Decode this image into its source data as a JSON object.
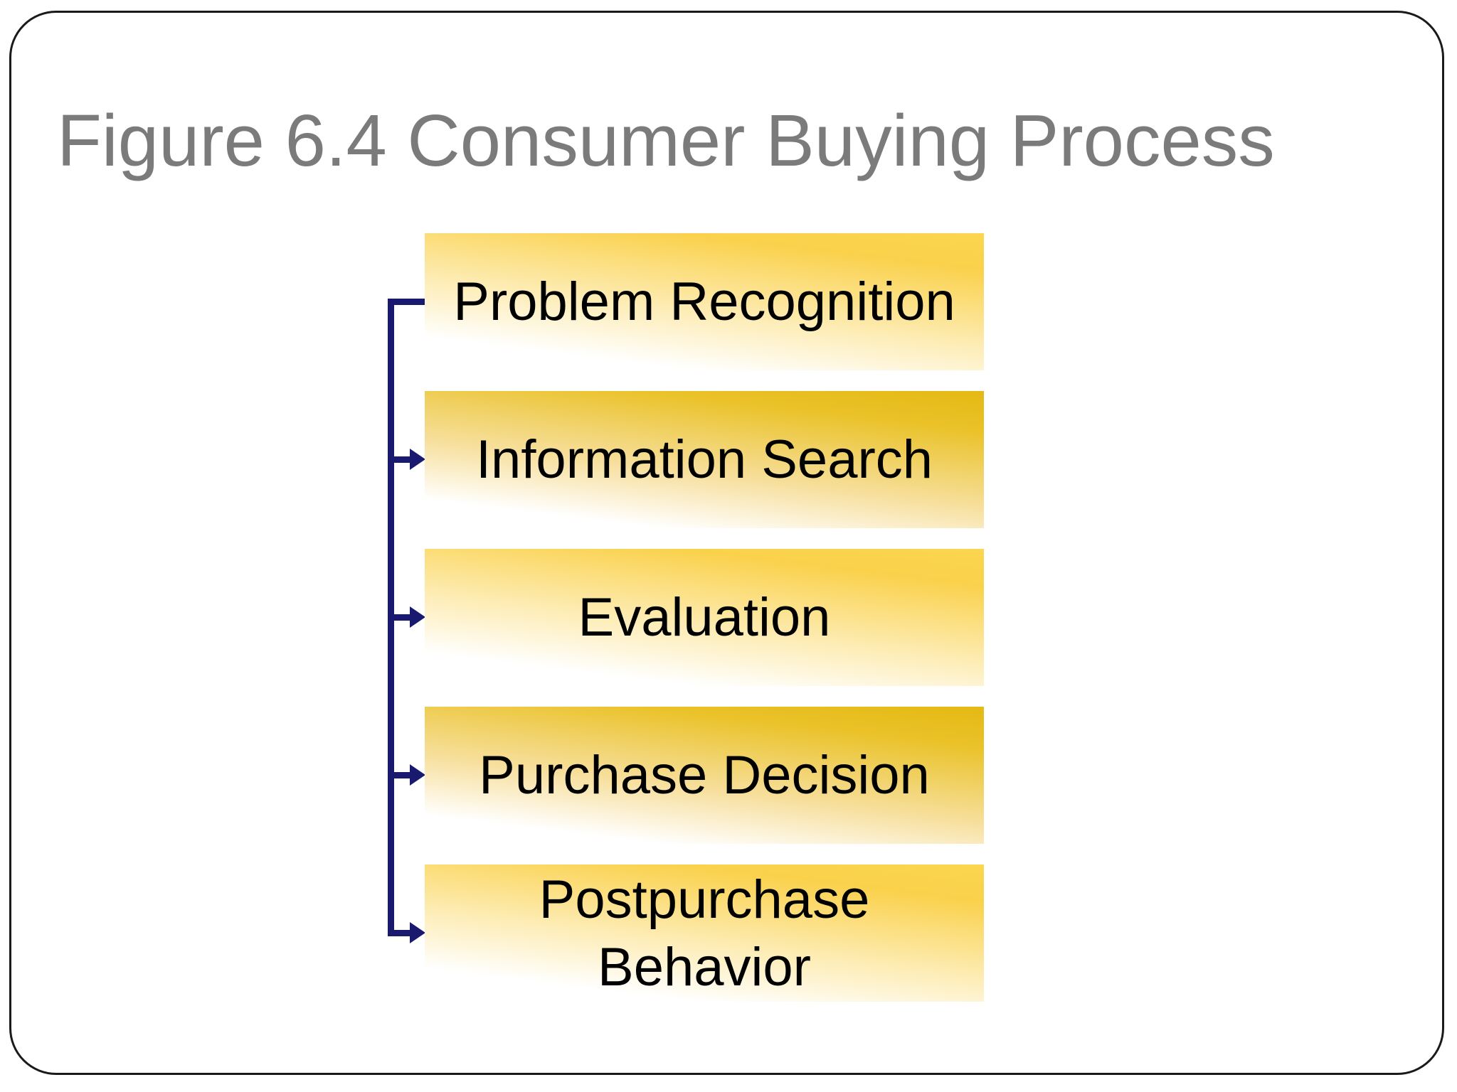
{
  "slide": {
    "title": "Figure 6.4 Consumer Buying Process",
    "steps": [
      {
        "label": "Problem Recognition"
      },
      {
        "label": "Information Search"
      },
      {
        "label": "Evaluation"
      },
      {
        "label": "Purchase Decision"
      },
      {
        "label": "Postpurchase Behavior"
      }
    ],
    "colors": {
      "connector": "#191970",
      "title_text": "#7b7b7b",
      "step_text": "#000000",
      "gold_light": "#fbd64e",
      "gold_dark": "#e5b913",
      "border": "#1a1a1a",
      "background": "#ffffff"
    }
  }
}
